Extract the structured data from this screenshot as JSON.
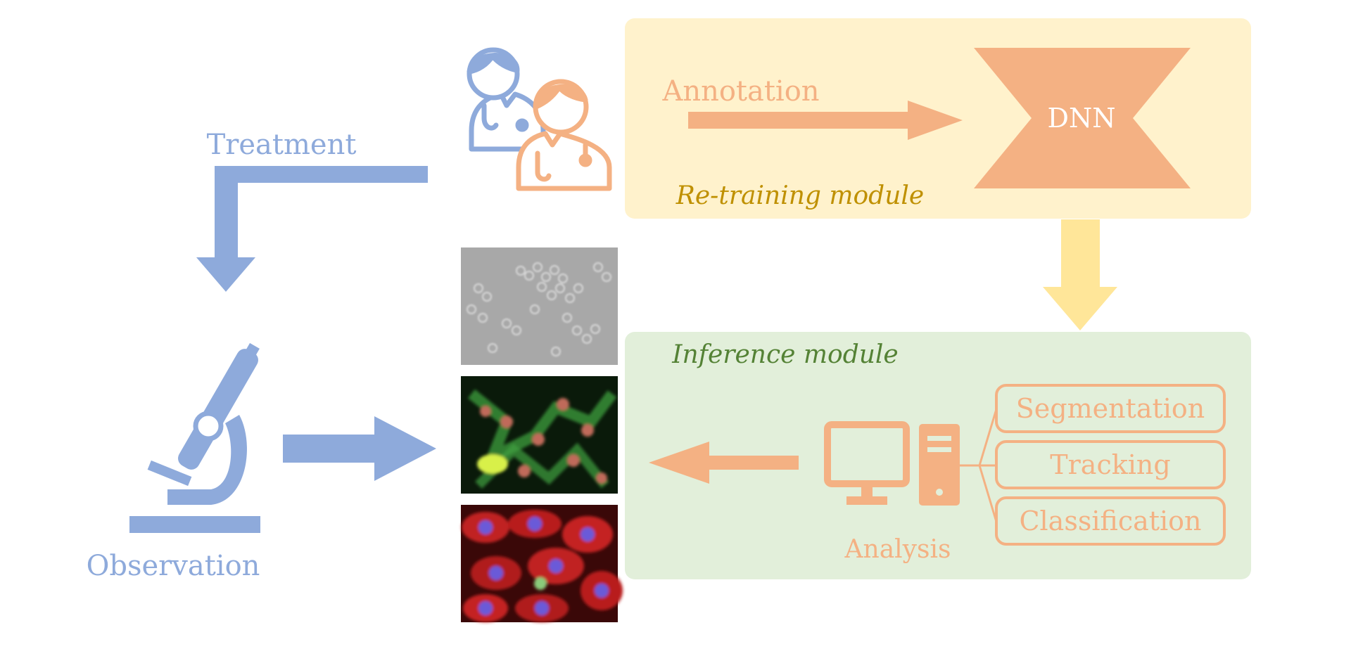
{
  "labels": {
    "treatment": "Treatment",
    "observation": "Observation",
    "annotation": "Annotation",
    "dnn": "DNN",
    "retraining_module": "Re-training module",
    "inference_module": "Inference module",
    "analysis": "Analysis",
    "segmentation": "Segmentation",
    "tracking": "Tracking",
    "classification": "Classification"
  },
  "colors": {
    "blue": "#8eaadb",
    "orange": "#f4b183",
    "orange_light": "#f8cbad",
    "yellow_panel": "#fff2cc",
    "yellow_arrow": "#ffe699",
    "yellow_title": "#bf9000",
    "green_panel": "#e2efda",
    "green_title": "#548235"
  },
  "icons": {
    "doctors": "doctors-icon",
    "microscope": "microscope-icon",
    "computer": "computer-icon"
  }
}
